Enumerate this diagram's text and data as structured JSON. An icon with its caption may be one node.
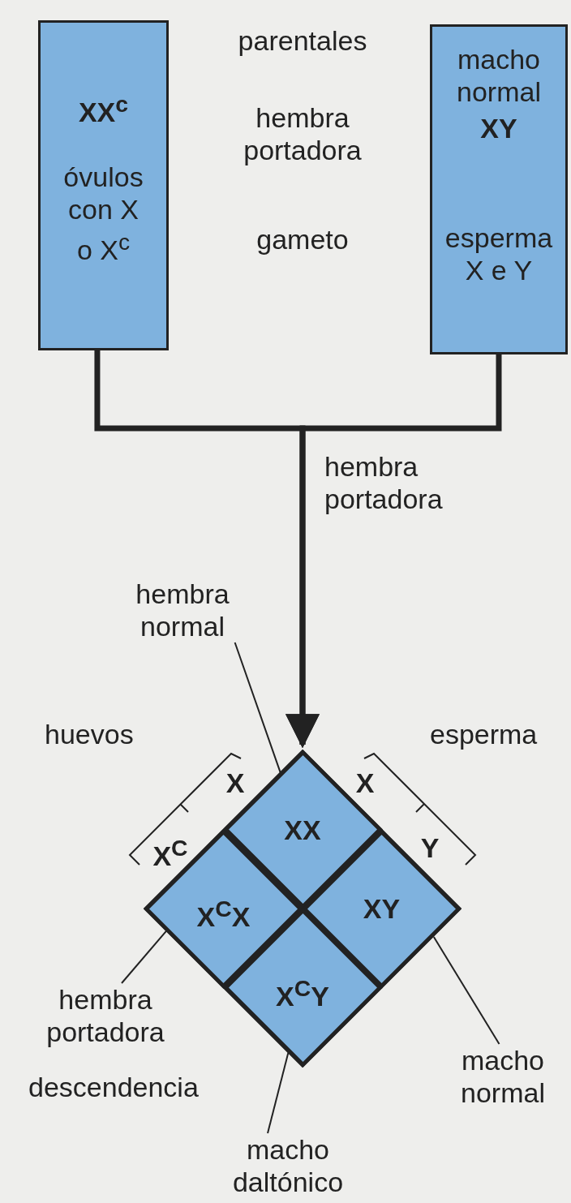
{
  "diagram": {
    "nodes": [
      {
        "text": [
          "XX$^{c}$",
          "óvulos con X o X$^{c}$"
        ]
      },
      {
        "text": [
          "macho normal",
          "XY",
          "esperma X e Y"
        ]
      },
      {
        "text": [
          "hembra normal"
        ]
      },
      {
        "text": [],
        "shape": "diamond"
      },
      {
        "text": [
          "XX"
        ],
        "in": 3
      },
      {
        "text": [
          "X$^{C}$X"
        ],
        "in": 3
      },
      {
        "text": [
          "XY"
        ],
        "in": 3
      },
      {
        "text": [
          "X$^{C}$Y"
        ],
        "in": 3
      },
      {
        "text": [
          "hembra portadora"
        ]
      },
      {
        "text": [
          "macho normal"
        ]
      },
      {
        "text": [
          "macho daltónico"
        ]
      }
    ],
    "edges": [
      {
        "from": 0,
        "to": 3,
        "arrow": "to",
        "style": "thick"
      },
      {
        "from": 1,
        "to": 3,
        "arrow": "to",
        "style": "thick"
      },
      {
        "from": 2,
        "to": 4,
        "arrow": "none"
      },
      {
        "from": 8,
        "to": 5,
        "arrow": "none"
      },
      {
        "from": 9,
        "to": 6,
        "arrow": "none"
      },
      {
        "from": 10,
        "to": 7,
        "arrow": "none"
      }
    ],
    "labels": [
      "parentales",
      "hembra portadora",
      "gameto",
      "hembra portadora",
      "huevos",
      "esperma",
      "X",
      "X",
      "X$^{C}$",
      "Y",
      "descendencia"
    ]
  }
}
